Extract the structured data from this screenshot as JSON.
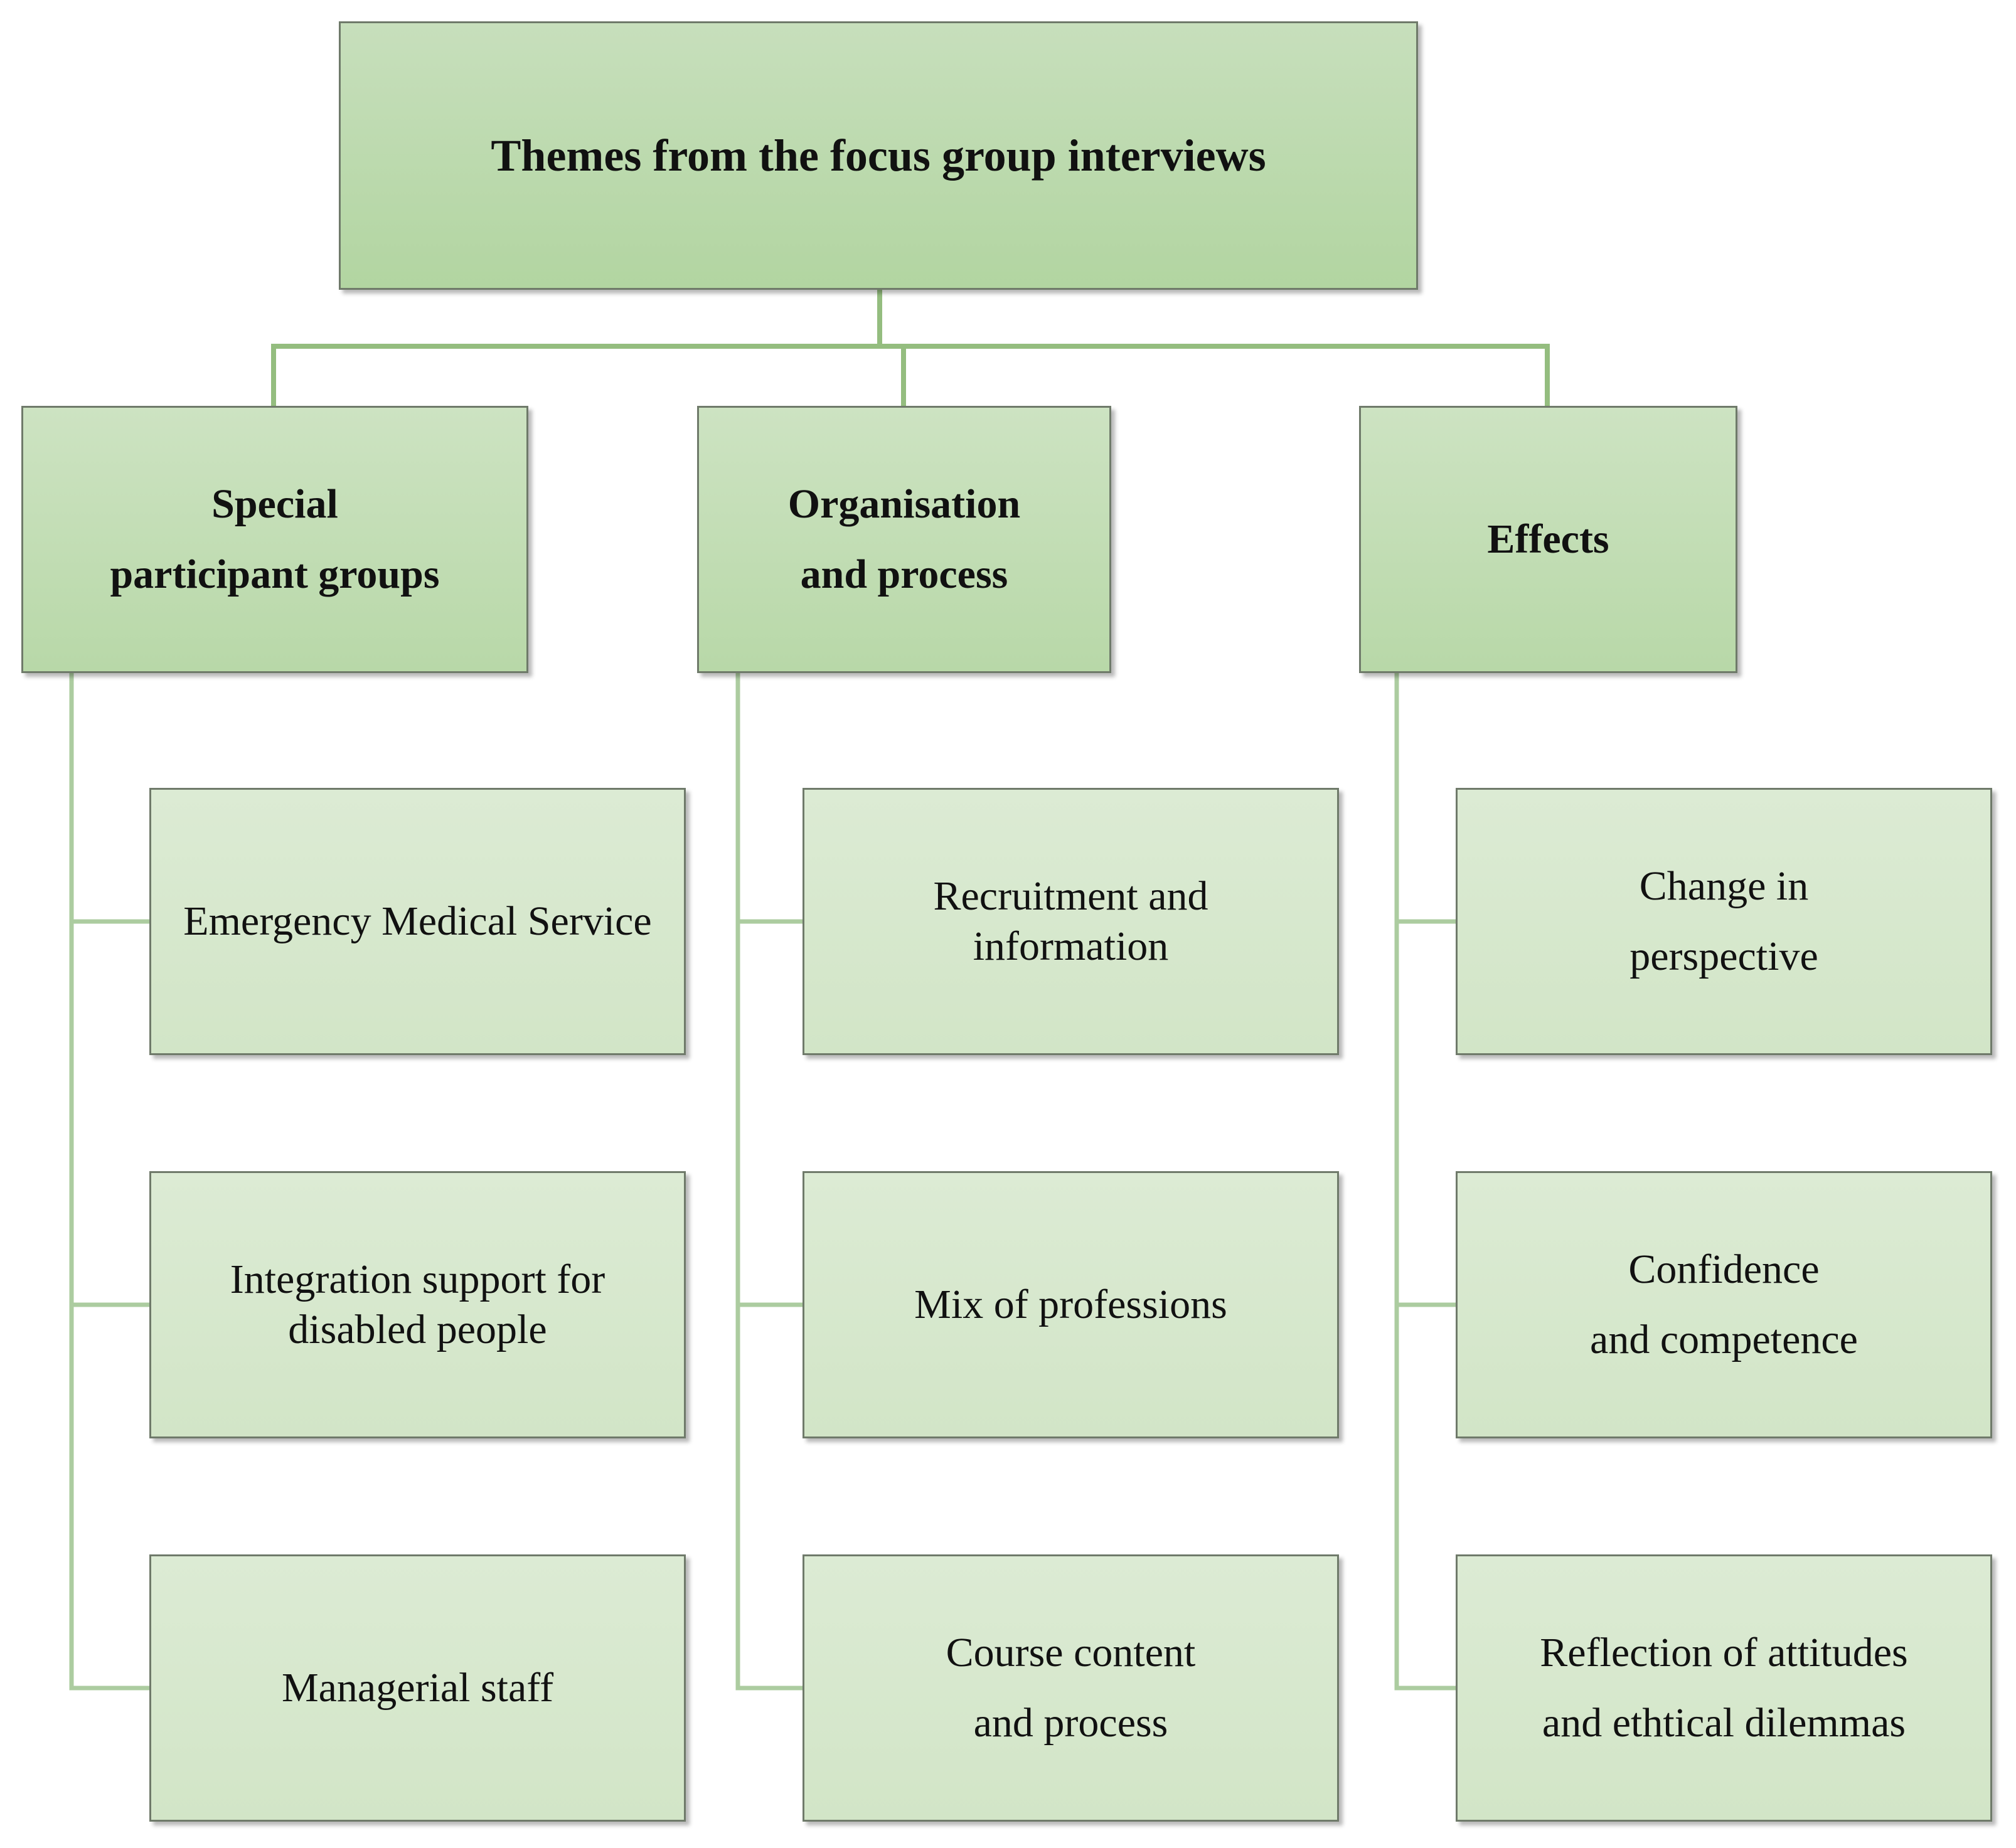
{
  "title": "Themes from the focus group interviews",
  "categories": [
    {
      "label": "Special\nparticipant groups",
      "items": [
        "Emergency Medical Service",
        "Integration support for\ndisabled people",
        "Managerial staff"
      ]
    },
    {
      "label": "Organisation\nand process",
      "items": [
        "Recruitment and\ninformation",
        "Mix of professions",
        "Course content\nand process"
      ]
    },
    {
      "label": "Effects",
      "items": [
        "Change in\nperspective",
        "Confidence\nand competence",
        "Reflection of attitudes\nand ethtical dilemmas"
      ]
    }
  ],
  "colors": {
    "connector_dark": "#94bd7f",
    "connector_light": "#acccA0",
    "border": "#6f7a6a"
  }
}
